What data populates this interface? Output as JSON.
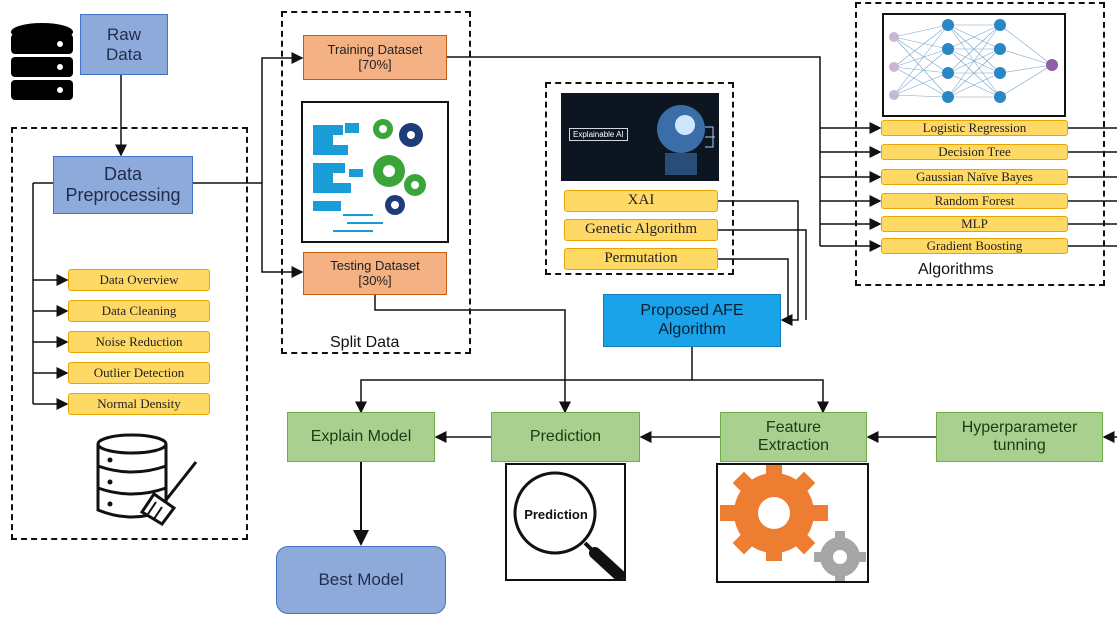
{
  "raw_data": "Raw\nData",
  "data_preprocessing": "Data\nPreprocessing",
  "preprocessing_steps": [
    "Data Overview",
    "Data Cleaning",
    "Noise Reduction",
    "Outlier Detection",
    "Normal Density"
  ],
  "training_dataset": "Training Dataset\n[70%]",
  "testing_dataset": "Testing Dataset\n[30%]",
  "split_caption": "Split Data",
  "xai_banner": "Explainable AI",
  "xai_methods": [
    "XAI",
    "Genetic Algorithm",
    "Permutation"
  ],
  "proposed": "Proposed AFE\nAlgorithm",
  "algorithms": [
    "Logistic Regression",
    "Decision Tree",
    "Gaussian Naïve Bayes",
    "Random Forest",
    "MLP",
    "Gradient Boosting"
  ],
  "algorithms_caption": "Algorithms",
  "explain_model": "Explain Model",
  "prediction": "Prediction",
  "prediction_icon_label": "Prediction",
  "feature_extraction": "Feature\nExtraction",
  "hyperparameter": "Hyperparameter\ntunning",
  "best_model": "Best Model",
  "colors": {
    "blue": "#8eaadb",
    "salmon": "#f4b183",
    "green": "#a9d08e",
    "yellow": "#ffd966",
    "cyan": "#1aa3e8",
    "orange_gear": "#ed7d31"
  }
}
